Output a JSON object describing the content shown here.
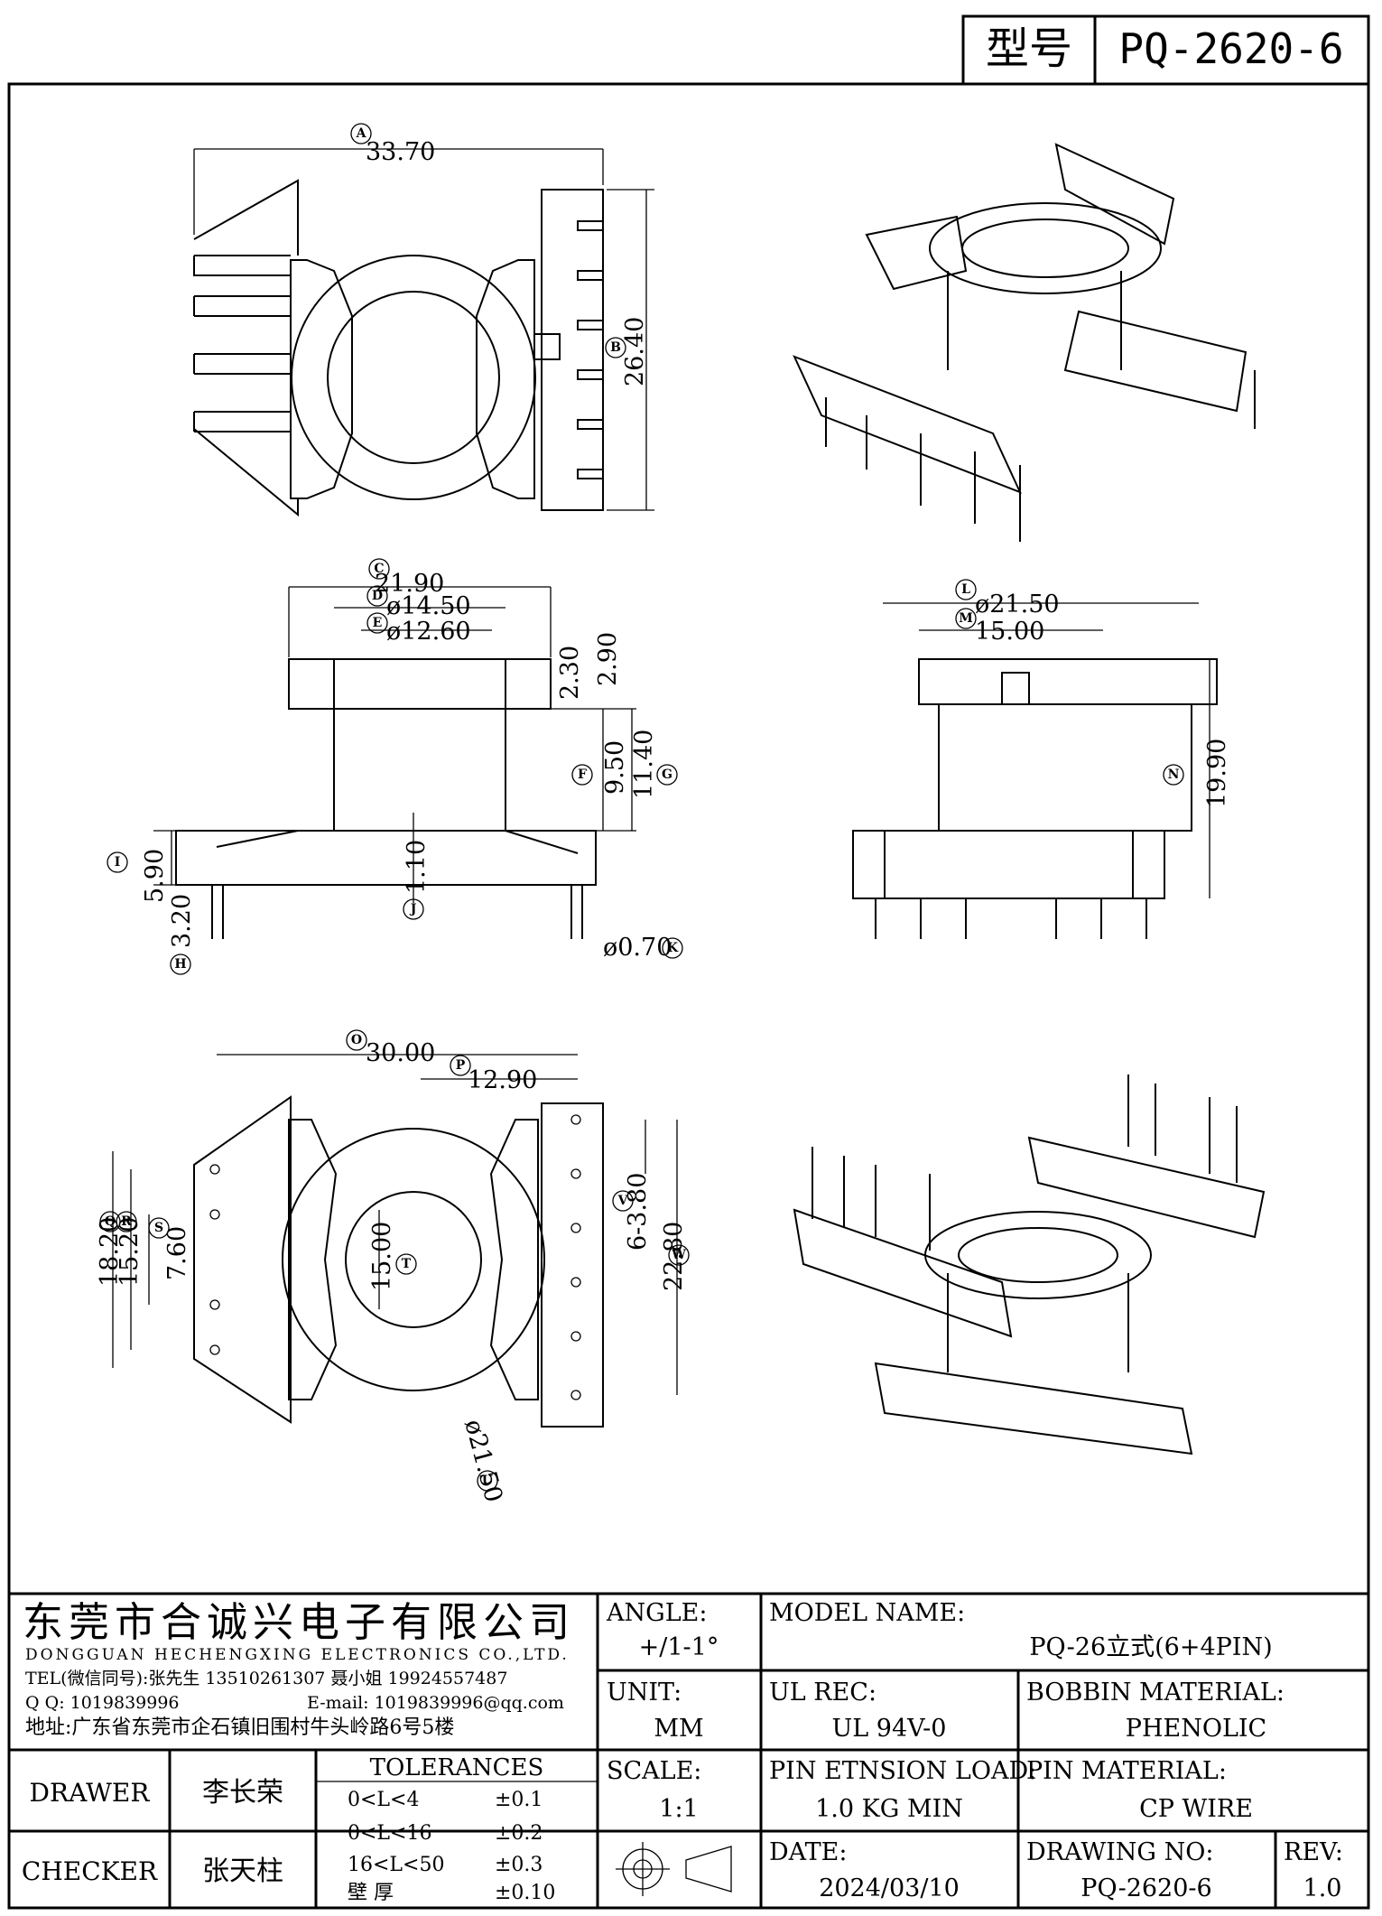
{
  "header": {
    "type_label": "型号",
    "type_value": "PQ-2620-6"
  },
  "dimensions": [
    {
      "label": "A",
      "value": "33.70"
    },
    {
      "label": "B",
      "value": "26.40"
    },
    {
      "label": "C",
      "value": "21.90"
    },
    {
      "label": "D",
      "value": "ø14.50"
    },
    {
      "label": "E",
      "value": "ø12.60"
    },
    {
      "label": "",
      "value": "2.30"
    },
    {
      "label": "",
      "value": "2.90"
    },
    {
      "label": "F",
      "value": "9.50"
    },
    {
      "label": "G",
      "value": "11.40"
    },
    {
      "label": "I",
      "value": "5.90"
    },
    {
      "label": "J",
      "value": "1.10"
    },
    {
      "label": "H",
      "value": "3.20"
    },
    {
      "label": "K",
      "value": "ø0.70"
    },
    {
      "label": "L",
      "value": "ø21.50"
    },
    {
      "label": "M",
      "value": "15.00"
    },
    {
      "label": "N",
      "value": "19.90"
    },
    {
      "label": "O",
      "value": "30.00"
    },
    {
      "label": "P",
      "value": "12.90"
    },
    {
      "label": "Q",
      "value": "18.20"
    },
    {
      "label": "R",
      "value": "15.20"
    },
    {
      "label": "S",
      "value": "7.60"
    },
    {
      "label": "T",
      "value": "15.00"
    },
    {
      "label": "V",
      "value": "6-3.80"
    },
    {
      "label": "W",
      "value": "22.80"
    },
    {
      "label": "U",
      "value": "ø21.50"
    }
  ],
  "title_block": {
    "company_cn": "东莞市合诚兴电子有限公司",
    "company_en": "DONGGUAN HECHENGXING ELECTRONICS CO.,LTD.",
    "tel": "TEL(微信同号):张先生 13510261307 聂小姐 19924557487",
    "qq": "Q Q: 1019839996",
    "email": "E-mail: 1019839996@qq.com",
    "address": "地址:广东省东莞市企石镇旧围村牛头岭路6号5楼",
    "angle_label": "ANGLE:",
    "angle_value": "+/1-1°",
    "model_label": "MODEL NAME:",
    "model_value": "PQ-26立式(6+4PIN)",
    "unit_label": "UNIT:",
    "unit_value": "MM",
    "ul_label": "UL REC:",
    "ul_value": "UL 94V-0",
    "bobbin_label": "BOBBIN MATERIAL:",
    "bobbin_value": "PHENOLIC",
    "drawer_label": "DRAWER",
    "drawer_value": "李长荣",
    "checker_label": "CHECKER",
    "checker_value": "张天柱",
    "tolerances_label": "TOLERANCES",
    "tolerances": [
      {
        "range": "0<L<4",
        "value": "±0.1"
      },
      {
        "range": "0<L<16",
        "value": "±0.2"
      },
      {
        "range": "16<L<50",
        "value": "±0.3"
      },
      {
        "range": "壁    厚",
        "value": "±0.10"
      }
    ],
    "scale_label": "SCALE:",
    "scale_value": "1:1",
    "pin_load_label": "PIN ETNSION LOAD:",
    "pin_load_value": "1.0 KG MIN",
    "pin_mat_label": "PIN MATERIAL:",
    "pin_mat_value": "CP WIRE",
    "date_label": "DATE:",
    "date_value": "2024/03/10",
    "drawing_no_label": "DRAWING NO:",
    "drawing_no_value": "PQ-2620-6",
    "rev_label": "REV:",
    "rev_value": "1.0"
  }
}
